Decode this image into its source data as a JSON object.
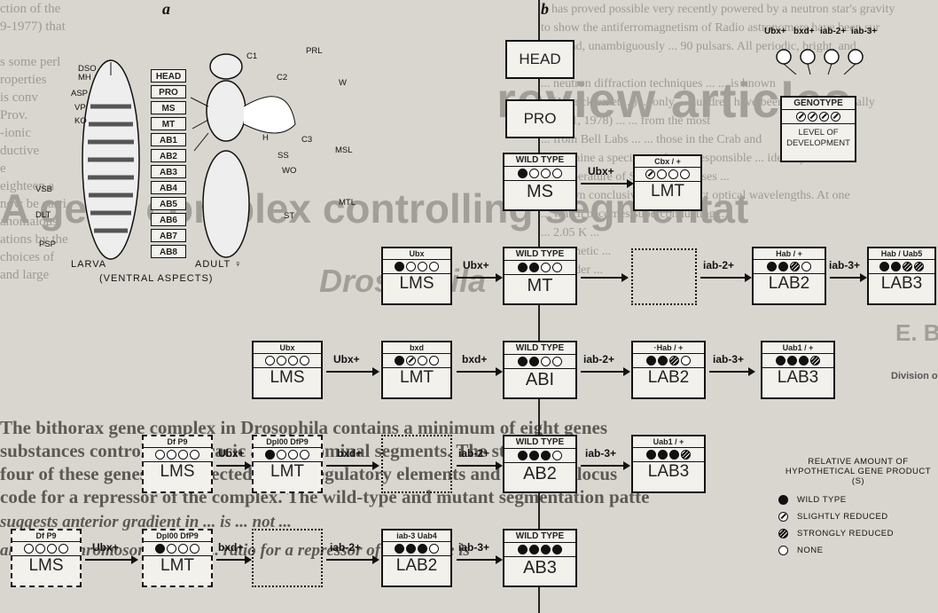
{
  "background_text": {
    "left_column": [
      "ction of the",
      "9-1977) that",
      "s some perl",
      "roperties",
      "is conv",
      "Prov.",
      "-ionic",
      "ductive",
      "e",
      "eighteen a",
      "now be carri",
      "anomalous",
      "ations by the",
      "choices of",
      "and large"
    ],
    "right_top": [
      "It has proved possible very recently   powered by a neutron star's gravity",
      "to show the antiferromagnetism of    Radio astronomers have been sur",
      "... found, unambiguously  ... 90 pulsars. All periodic, bright, and",
      "... neutron diffraction techniques ...   ... is known",
      "... (Monckton et ...)        ... only ... hundred have been detected optically",
      "... 1131, 1978) ...           ... from the most",
      "... from Bell Labs ...          ... those in the Crab and",
      "... examine a specimen of ...       ... responsible ... identify the",
      "... temperature of S ...        ... The pulses ...",
      "... shown conclusively ...      ... detect optical wavelengths. At one",
      "... which becomes superconducting ...",
      "... 2.05 K ...",
      "... magnetic ...",
      "... powder ..."
    ],
    "heading_review": "review articles",
    "heading_title": "A gene complex controlling segmentat",
    "heading_sub": "Drosophila",
    "author": "E. B. Lewis",
    "affiliation": "Division of Biology, California Institute of Technology",
    "abstract_1": "The bithorax gene complex in Drosophila contains a minimum of eight genes",
    "abstract_2": "substances controlling thoracic and abdominal segments. The state of",
    "abstract_3": "four of these genes is unaffected by cis-regulatory elements and separate locus",
    "abstract_4": "code for a repressor of the complex. The wild-type and mutant segmentation patte",
    "abstract_5": "suggests anterior gradient in ... is ... not ... ",
    "abstract_6": "along the chromosome in the ... ratio for a repressor of each gene is"
  },
  "figure": {
    "panel_a": "a",
    "panel_b": "b",
    "larva_labels": [
      "DSO",
      "MH",
      "ASP",
      "VP",
      "KO",
      "VSB",
      "DLT",
      "PSP"
    ],
    "segments": [
      "HEAD",
      "PRO",
      "MS",
      "MT",
      "AB1",
      "AB2",
      "AB3",
      "AB4",
      "AB5",
      "AB6",
      "AB7",
      "AB8"
    ],
    "adult_labels": [
      "PRL",
      "C1",
      "C2",
      "W",
      "H",
      "C3",
      "SS",
      "MSL",
      "WO",
      "MTL",
      "ST"
    ],
    "caption_larva": "LARVA",
    "caption_adult": "ADULT ♀",
    "caption_aspect": "(VENTRAL ASPECTS)",
    "spine_boxes": [
      {
        "top": "",
        "name": "HEAD"
      },
      {
        "top": "",
        "name": "PRO"
      },
      {
        "top": "WILD TYPE",
        "name": "MS"
      },
      {
        "top": "WILD TYPE",
        "name": "MT"
      },
      {
        "top": "WILD TYPE",
        "name": "ABI"
      },
      {
        "top": "WILD TYPE",
        "name": "AB2"
      },
      {
        "top": "WILD TYPE",
        "name": "AB3"
      }
    ],
    "genotype_title": "GENOTYPE",
    "genotype_sub": "LEVEL OF DEVELOPMENT",
    "genotype_genes": [
      "Ubx+",
      "bxd+",
      "iab-2+",
      "iab-3+"
    ],
    "boxes": {
      "cbx": {
        "top": "Cbx / +",
        "name": "LMT"
      },
      "ubx_ms": {
        "top": "Ubx",
        "name": "LMS"
      },
      "hab_ab2": {
        "top": "Hab / +",
        "name": "LAB2"
      },
      "hab_ab3": {
        "top": "Hab / Uab5",
        "name": "LAB3"
      },
      "ubx_ms2": {
        "top": "Ubx",
        "name": "LMS"
      },
      "bxd_mt": {
        "top": "bxd",
        "name": "LMT"
      },
      "hab_ab2b": {
        "top": "·Hab / +",
        "name": "LAB2"
      },
      "uab_ab3": {
        "top": "Uab1 / +",
        "name": "LAB3"
      },
      "dfp9_ms": {
        "top": "Df P9",
        "name": "LMS"
      },
      "dpl_mt": {
        "top": "Dpl00 DfP9",
        "name": "LMT"
      },
      "uab_ab3b": {
        "top": "Uab1 / +",
        "name": "LAB3"
      },
      "dfp9_ms2": {
        "top": "Df P9",
        "name": "LMS"
      },
      "dpl_mt2": {
        "top": "Dpl00 DfP9",
        "name": "LMT"
      },
      "iab_ab2": {
        "top": "iab-3 Uab4",
        "name": "LAB2"
      }
    },
    "arrows": {
      "ubx": "Ubx+",
      "bxd": "bxd+",
      "iab2": "iab-2+",
      "iab3": "iab-3+"
    },
    "legend_title_1": "RELATIVE AMOUNT OF",
    "legend_title_2": "HYPOTHETICAL GENE PRODUCT (S)",
    "legend_items": [
      "WILD TYPE",
      "SLIGHTLY REDUCED",
      "STRONGLY REDUCED",
      "NONE"
    ]
  }
}
